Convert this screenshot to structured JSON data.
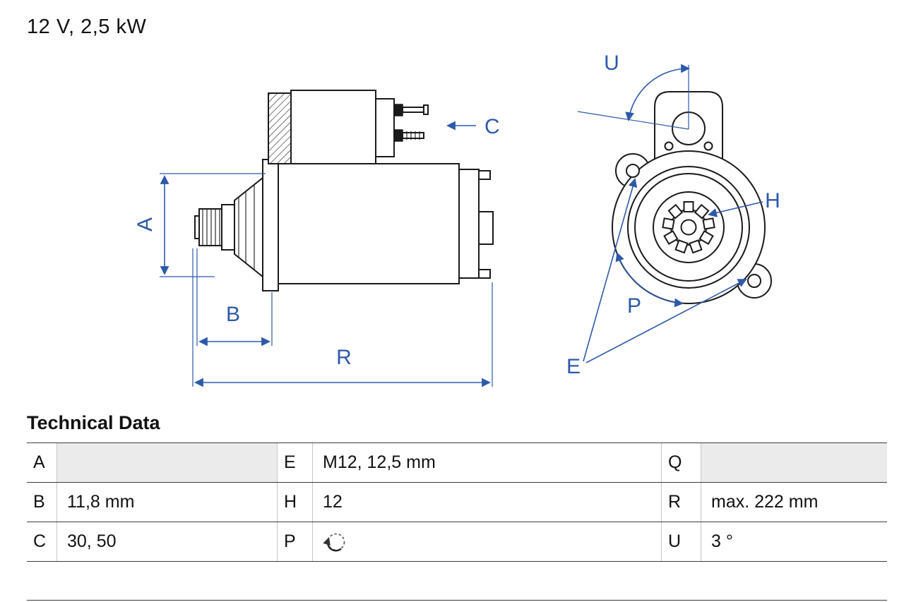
{
  "colors": {
    "accent": "#2d59a8",
    "line": "#1a1a1a"
  },
  "header": {
    "title": "12 V, 2,5 kW"
  },
  "diagram": {
    "labels": {
      "A": "A",
      "B": "B",
      "C": "C",
      "R": "R",
      "U": "U",
      "H": "H",
      "P": "P",
      "E": "E"
    },
    "icons": {
      "rotation": "rotation-direction-icon"
    }
  },
  "table": {
    "heading": "Technical Data",
    "rows": [
      {
        "c0": "A",
        "v0": "",
        "c1": "E",
        "v1": "M12, 12,5 mm",
        "c2": "Q",
        "v2": ""
      },
      {
        "c0": "B",
        "v0": "11,8 mm",
        "c1": "H",
        "v1": "12",
        "c2": "R",
        "v2": "max. 222 mm"
      },
      {
        "c0": "C",
        "v0": "30, 50",
        "c1": "P",
        "v1": "",
        "c2": "U",
        "v2": "3 °"
      }
    ]
  }
}
